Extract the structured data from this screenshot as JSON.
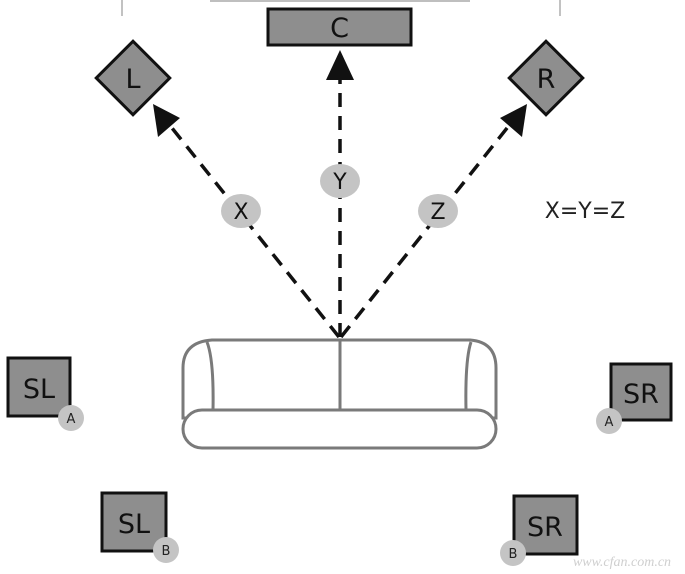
{
  "speakers": {
    "center": "C",
    "left": "L",
    "right": "R",
    "surround_left_a": "SL",
    "surround_right_a": "SR",
    "surround_left_b": "SL",
    "surround_right_b": "SR"
  },
  "distances": {
    "x": "X",
    "y": "Y",
    "z": "Z"
  },
  "equation": "X=Y=Z",
  "badges": {
    "a": "A",
    "b": "B"
  },
  "watermark": "www.cfan.com.cn",
  "colors": {
    "speaker_fill": "#8e8e8e",
    "speaker_stroke": "#111111",
    "badge_fill": "#c4c4c4",
    "sofa_stroke": "#7a7a7a",
    "line": "#111111"
  }
}
